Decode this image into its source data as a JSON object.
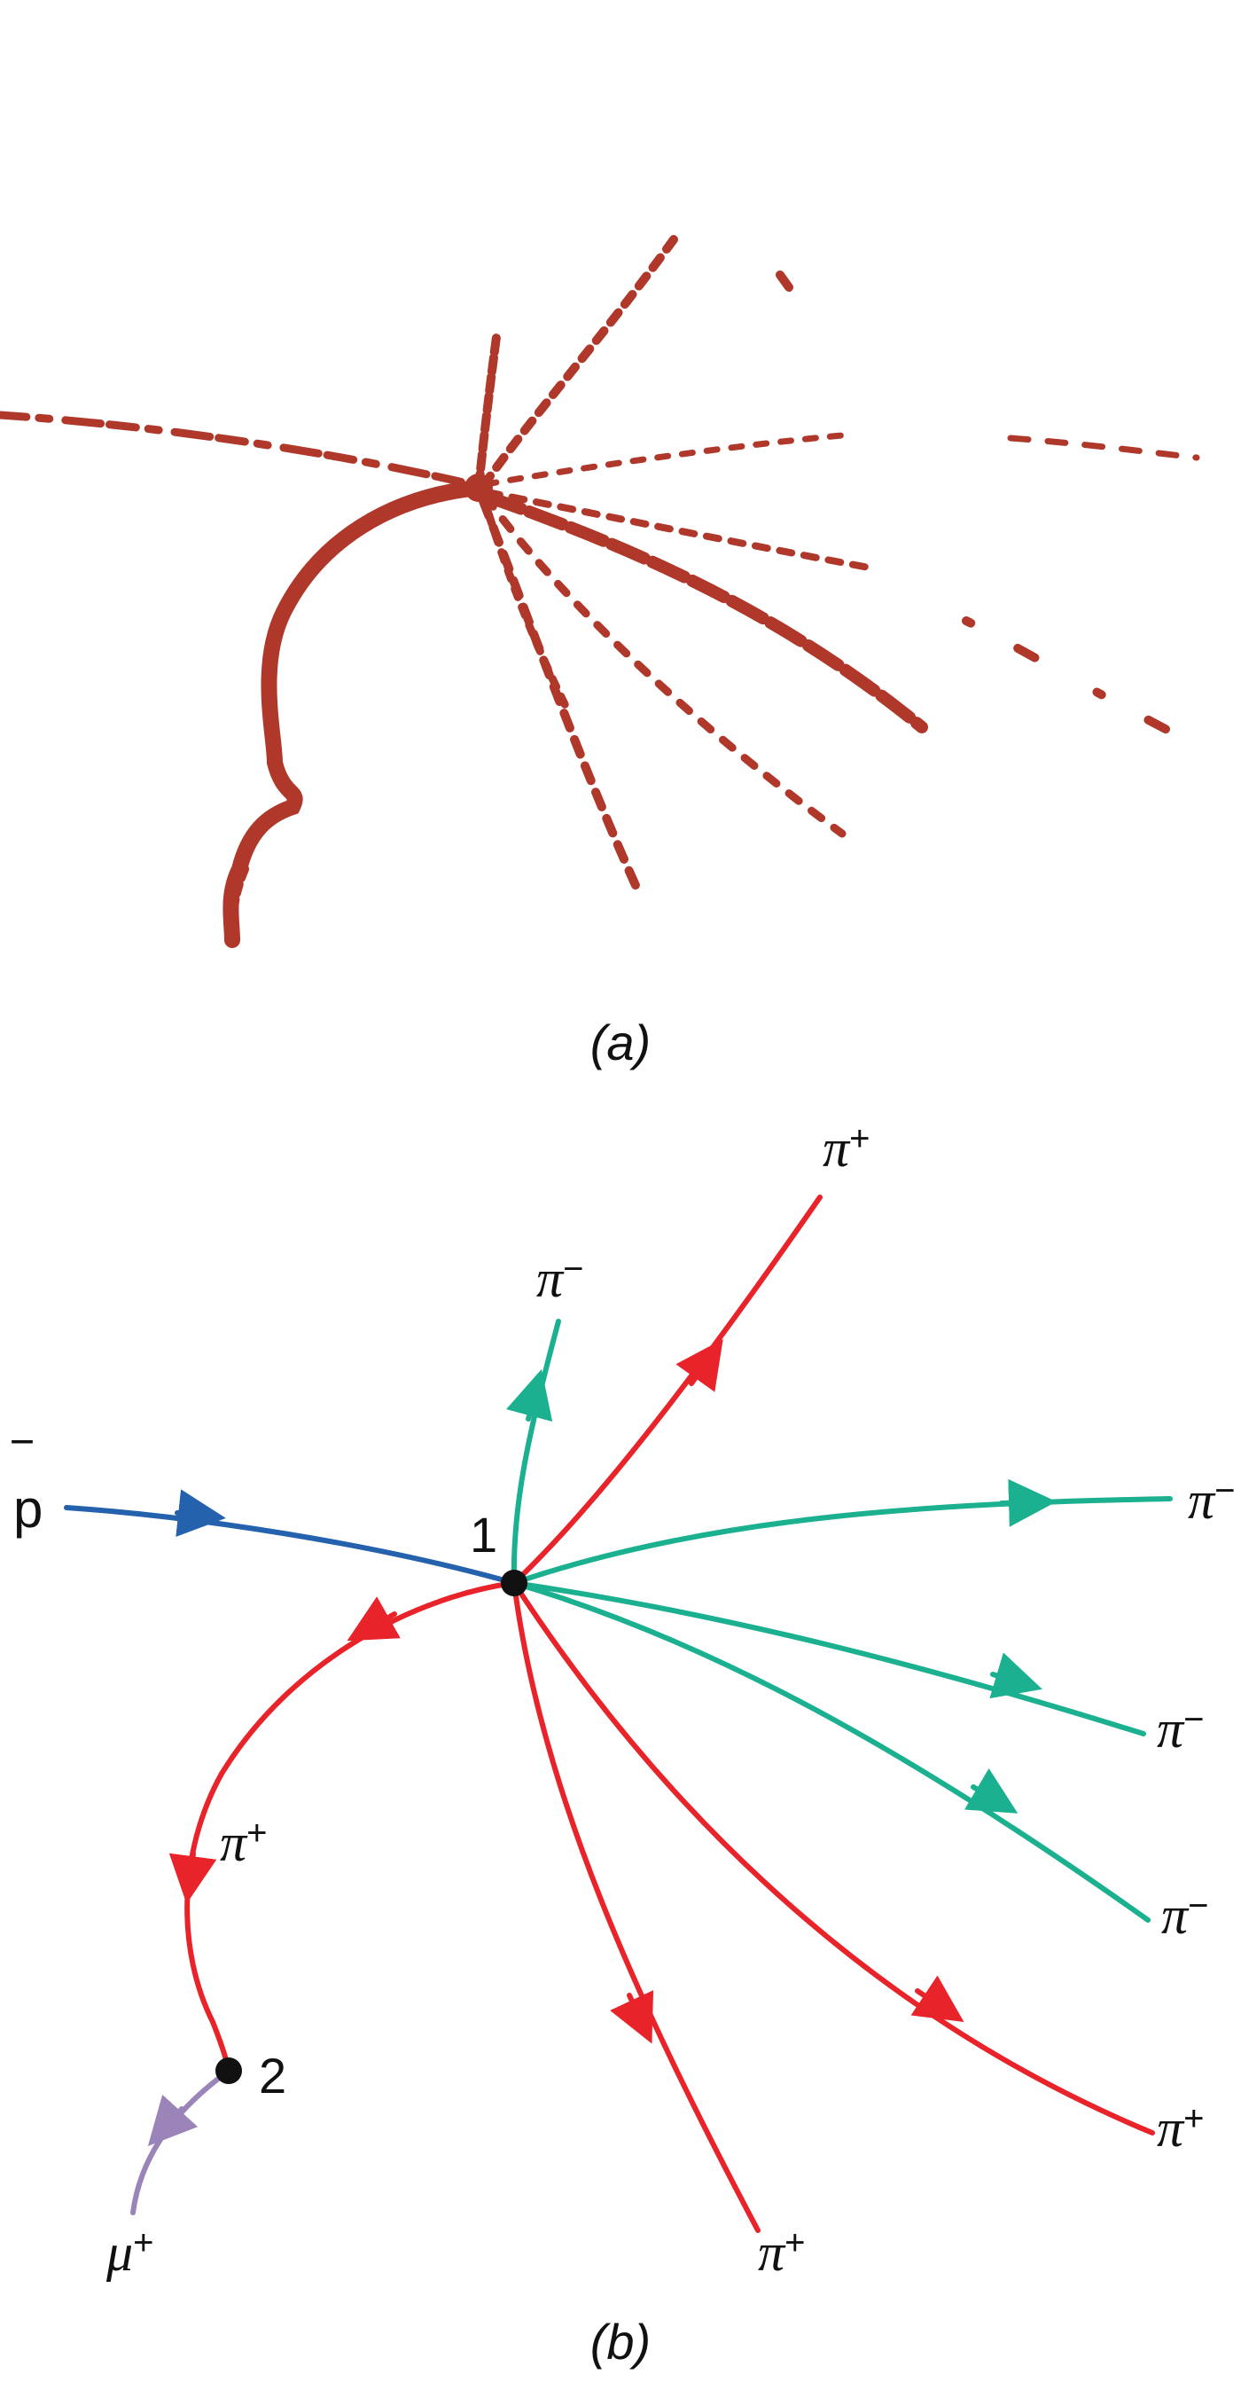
{
  "panels": {
    "a": {
      "label": "(a)"
    },
    "b": {
      "label": "(b)"
    }
  },
  "vertices": {
    "v1": "1",
    "v2": "2"
  },
  "particles": {
    "antiproton": {
      "symbol": "p",
      "bar": "‾"
    },
    "pi_minus_up": {
      "base": "π",
      "sign": "−"
    },
    "pi_plus_up": {
      "base": "π",
      "sign": "+"
    },
    "pi_minus_right1": {
      "base": "π",
      "sign": "−"
    },
    "pi_minus_right2": {
      "base": "π",
      "sign": "−"
    },
    "pi_minus_right3": {
      "base": "π",
      "sign": "−"
    },
    "pi_plus_right": {
      "base": "π",
      "sign": "+"
    },
    "pi_plus_bottom": {
      "base": "π",
      "sign": "+"
    },
    "pi_plus_left": {
      "base": "π",
      "sign": "+"
    },
    "mu_plus": {
      "base": "μ",
      "sign": "+"
    }
  },
  "colors": {
    "photo_track": "#b0382a",
    "antiproton": "#2462ad",
    "pi_minus": "#1bb08f",
    "pi_plus": "#e8232a",
    "muon": "#9b84b8",
    "vertex": "#111111"
  }
}
